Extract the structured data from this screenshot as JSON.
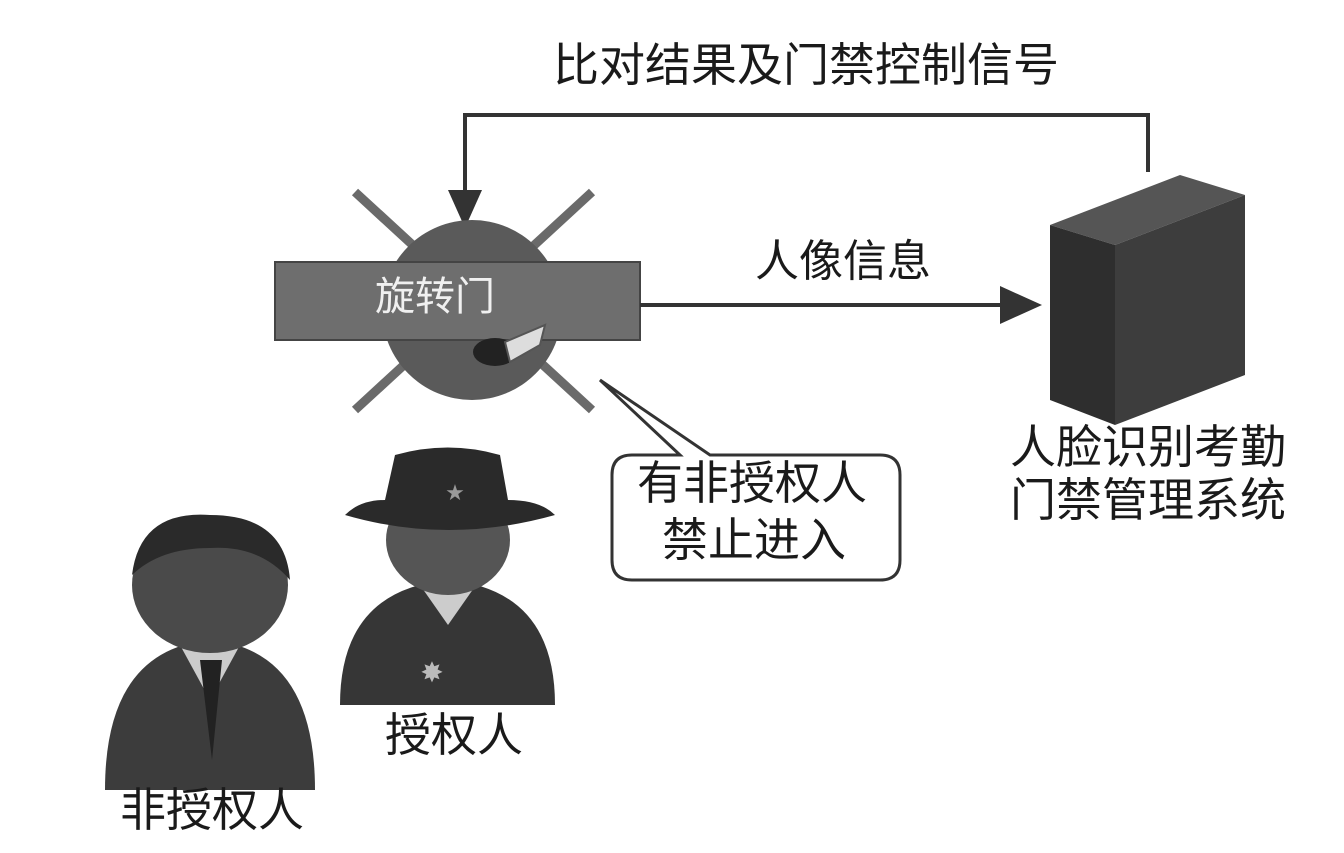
{
  "title": "比对结果及门禁控制信号",
  "turnstile_label": "旋转门",
  "portrait_info_label": "人像信息",
  "system_label": [
    "人脸识别考勤",
    "门禁管理系统"
  ],
  "callout": [
    "有非授权人",
    "禁止进入"
  ],
  "authorized_person_label": "授权人",
  "unauthorized_person_label": "非授权人",
  "colors": {
    "dark": "#3a3a3a",
    "gray": "#6e6e6e",
    "line": "#333333"
  }
}
